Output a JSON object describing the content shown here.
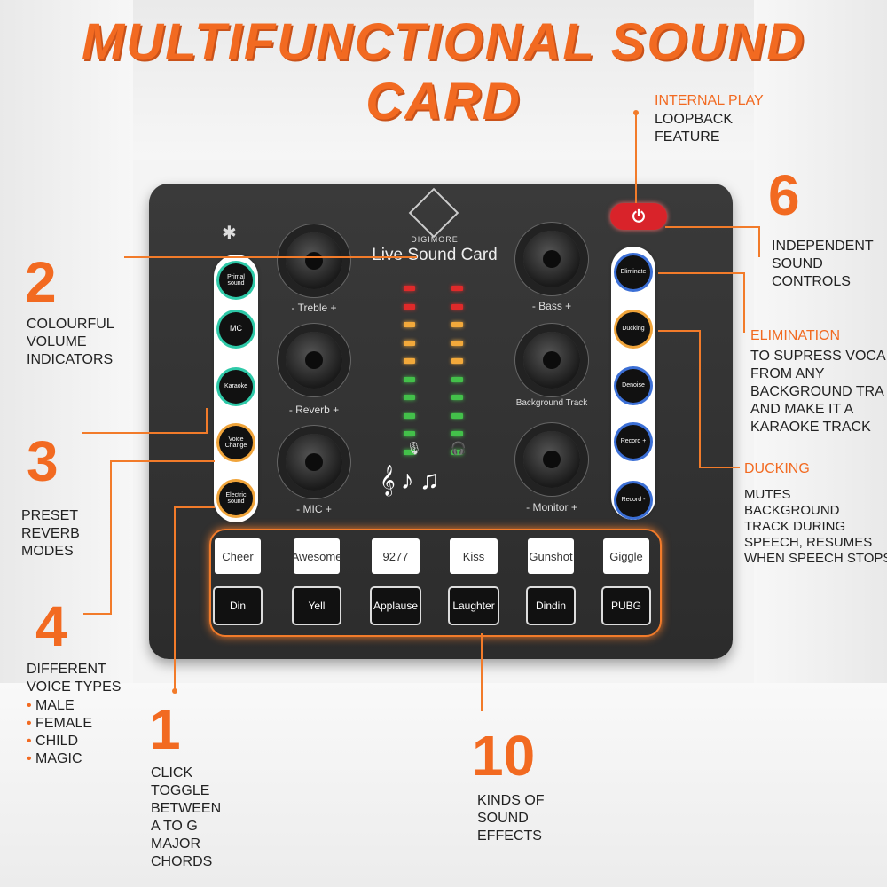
{
  "title": "MULTIFUNCTIONAL  SOUND CARD",
  "device": {
    "brand": "DIGIMORE",
    "name": "Live Sound Card",
    "power_icon": "power-icon",
    "bluetooth_icon": "bluetooth-icon",
    "left_buttons": [
      "Primal sound",
      "MC",
      "Karaoke",
      "Voice Change",
      "Electric sound"
    ],
    "right_buttons": [
      "Eliminate",
      "Ducking",
      "Denoise",
      "Record +",
      "Record -"
    ],
    "knobs": {
      "treble": "- Treble +",
      "reverb": "- Reverb +",
      "mic": "- MIC +",
      "bass": "- Bass +",
      "background_track": "Background Track",
      "monitor": "- Monitor +"
    },
    "meter_colors": [
      "#e02a2a",
      "#e02a2a",
      "#f2a93b",
      "#f2a93b",
      "#f2a93b",
      "#43c04a",
      "#43c04a",
      "#43c04a",
      "#43c04a",
      "#43c04a"
    ],
    "effects_top": [
      "Cheer",
      "Awesome",
      "9277",
      "Kiss",
      "Gunshot",
      "Giggle"
    ],
    "effects_bottom": [
      "Din",
      "Yell",
      "Applause",
      "Laughter",
      "Dindin",
      "PUBG"
    ]
  },
  "annotations": {
    "internal_play": {
      "title": "INTERNAL PLAY",
      "body": [
        "LOOPBACK",
        "FEATURE"
      ]
    },
    "n6": {
      "num": "6",
      "body": [
        "INDEPENDENT",
        "SOUND",
        "CONTROLS"
      ]
    },
    "n2": {
      "num": "2",
      "body": [
        "COLOURFUL",
        "VOLUME",
        "INDICATORS"
      ]
    },
    "elimination": {
      "title": "ELIMINATION",
      "body": [
        "TO SUPRESS VOCA",
        "FROM ANY",
        "BACKGROUND TRA",
        "AND MAKE IT A",
        "KARAOKE TRACK"
      ]
    },
    "n3": {
      "num": "3",
      "body": [
        "PRESET",
        "REVERB",
        "MODES"
      ]
    },
    "ducking": {
      "title": "DUCKING",
      "body": [
        "MUTES",
        "BACKGROUND",
        "TRACK DURING",
        "SPEECH, RESUMES",
        "WHEN SPEECH STOPS"
      ]
    },
    "n4": {
      "num": "4",
      "body": [
        "DIFFERENT",
        "VOICE TYPES"
      ],
      "bullets": [
        "MALE",
        "FEMALE",
        "CHILD",
        "MAGIC"
      ]
    },
    "n1": {
      "num": "1",
      "body": [
        "CLICK",
        "TOGGLE",
        "BETWEEN",
        "A TO G",
        "MAJOR",
        "CHORDS"
      ]
    },
    "n10": {
      "num": "10",
      "body": [
        "KINDS OF",
        "SOUND",
        "EFFECTS"
      ]
    }
  }
}
